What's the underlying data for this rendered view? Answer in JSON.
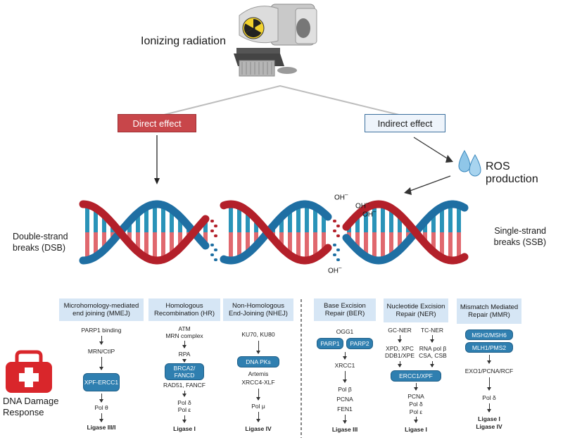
{
  "title_radiation": "Ionizing radiation",
  "effects": {
    "direct": "Direct effect",
    "indirect": "Indirect effect"
  },
  "ros": "ROS production",
  "breaks": {
    "dsb_line1": "Double-strand",
    "dsb_line2": "breaks (DSB)",
    "ssb_line1": "Single-strand",
    "ssb_line2": "breaks (SSB)"
  },
  "oh_label": "OH",
  "oh_charge": "–",
  "ddr": {
    "line1": "DNA Damage",
    "line2": "Response"
  },
  "colors": {
    "blue_strand": "#1f6fa3",
    "red_strand": "#b3202a",
    "pill": "#2f7fb0",
    "header": "#d6e6f5"
  },
  "pathways": {
    "mmej": {
      "header": "Microhomology-mediated end joining (MMEJ)",
      "s1": "PARP1 binding",
      "s2": "MRN/CtIP",
      "pill": "XPF-ERCC1",
      "s3": "Pol θ",
      "s4": "Ligase III/I"
    },
    "hr": {
      "header": "Homologous Recombination (HR)",
      "s1a": "ATM",
      "s1b": "MRN complex",
      "s2": "RPA",
      "pill": "BRCA2/ FANCD",
      "s3": "RAD51, FANCF",
      "s4a": "Pol δ",
      "s4b": "Pol ε",
      "s5": "Ligase I"
    },
    "nhej": {
      "header": "Non-Homologous End-Joining (NHEJ)",
      "s1": "KU70, KU80",
      "pill": "DNA PKs",
      "s2": "Artemis",
      "s3": "XRCC4-XLF",
      "s4": "Pol μ",
      "s5": "Ligase IV"
    },
    "ber": {
      "header": "Base Excision Repair (BER)",
      "s1": "OGG1",
      "pill1": "PARP1",
      "pill2": "PARP2",
      "s2": "XRCC1",
      "s3a": "Pol β",
      "s3b": "PCNA",
      "s3c": "FEN1",
      "s4": "Ligase III"
    },
    "ner": {
      "header": "Nucleotide Excision Repair (NER)",
      "gc": "GC-NER",
      "tc": "TC-NER",
      "gc1": "XPD, XPC",
      "gc2": "DDB1/XPE",
      "tc1": "RNA pol β",
      "tc2": "CSA, CSB",
      "pill": "ERCC1/XPF",
      "s1": "PCNA",
      "s2": "Pol δ",
      "s3": "Pol ε",
      "s4": "Ligase I"
    },
    "mmr": {
      "header": "Mismatch Mediated Repair (MMR)",
      "pill1": "MSH2/MSH6",
      "pill2": "MLH1/PMS2",
      "s1": "EXO1/PCNA/RCF",
      "s2": "Pol δ",
      "s3": "Ligase I",
      "s4": "Ligase IV"
    }
  }
}
